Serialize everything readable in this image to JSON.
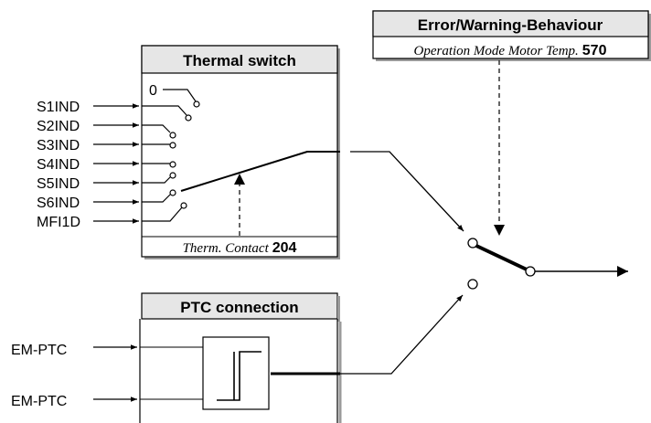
{
  "thermal_switch": {
    "title": "Thermal switch",
    "zero_label": "0",
    "inputs": [
      "S1IND",
      "S2IND",
      "S3IND",
      "S4IND",
      "S5IND",
      "S6IND",
      "MFI1D"
    ],
    "parameter_label": "Therm. Contact",
    "parameter_number": "204"
  },
  "error_behaviour": {
    "title": "Error/Warning-Behaviour",
    "parameter_label": "Operation Mode Motor Temp.",
    "parameter_number": "570"
  },
  "ptc_connection": {
    "title": "PTC connection",
    "inputs": [
      "EM-PTC",
      "EM-PTC"
    ]
  }
}
